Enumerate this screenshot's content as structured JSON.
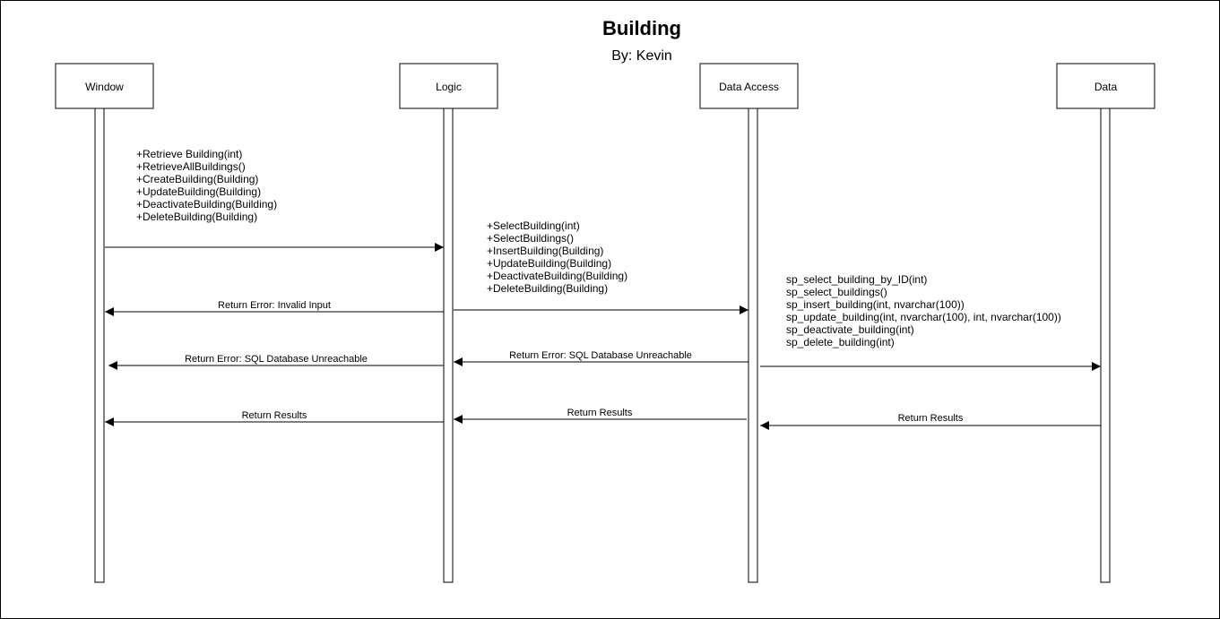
{
  "title": "Building",
  "subtitle": "By: Kevin",
  "actors": [
    "Window",
    "Logic",
    "Data Access",
    "Data"
  ],
  "notes": {
    "window_methods": [
      "+Retrieve Building(int)",
      "+RetrieveAllBuildings()",
      "+CreateBuilding(Building)",
      "+UpdateBuilding(Building)",
      "+DeactivateBuilding(Building)",
      "+DeleteBuilding(Building)"
    ],
    "logic_methods": [
      "+SelectBuilding(int)",
      "+SelectBuildings()",
      "+InsertBuilding(Building)",
      "+UpdateBuilding(Building)",
      "+DeactivateBuilding(Building)",
      "+DeleteBuilding(Building)"
    ],
    "data_access_methods": [
      "sp_select_building_by_ID(int)",
      "sp_select_buildings()",
      "sp_insert_building(int, nvarchar(100))",
      "sp_update_building(int, nvarchar(100), int, nvarchar(100))",
      "sp_deactivate_building(int)",
      "sp_delete_building(int)"
    ]
  },
  "messages": {
    "invalid_input": "Return Error: Invalid Input",
    "sql_unreachable_logic": "Return Error: SQL Database Unreachable",
    "sql_unreachable_data_access": "Return Error: SQL Database Unreachable",
    "results_data": "Return Results",
    "results_data_access": "Return Results",
    "results_logic": "Return Results"
  }
}
